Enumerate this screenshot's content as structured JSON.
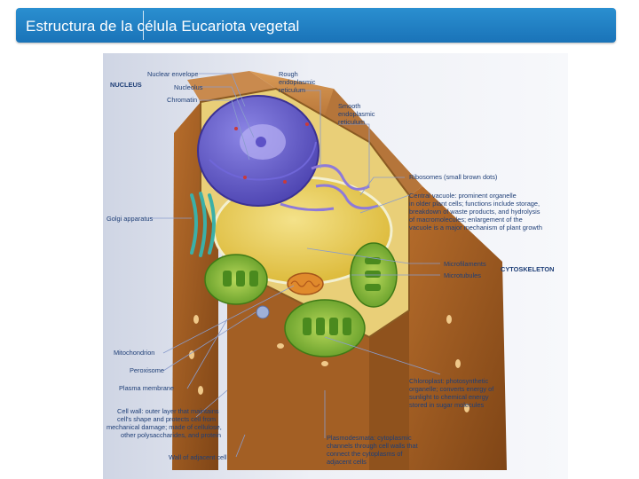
{
  "header": {
    "title": "Estructura de la célula Eucariota vegetal"
  },
  "diagram": {
    "labels": {
      "nucleus": "NUCLEUS",
      "nuclear_envelope": "Nuclear envelope",
      "nucleolus": "Nucleolus",
      "chromatin": "Chromatin",
      "rough_er_1": "Rough",
      "rough_er_2": "endoplasmic",
      "rough_er_3": "reticulum",
      "smooth_er_1": "Smooth",
      "smooth_er_2": "endoplasmic",
      "smooth_er_3": "reticulum",
      "ribosomes": "Ribosomes (small brown dots)",
      "golgi": "Golgi apparatus",
      "central_vacuole_1": "Central vacuole: prominent organelle",
      "central_vacuole_2": "in older plant cells; functions include storage,",
      "central_vacuole_3": "breakdown of waste products, and hydrolysis",
      "central_vacuole_4": "of macromolecules; enlargement of the",
      "central_vacuole_5": "vacuole is a major mechanism of plant growth",
      "microfilaments": "Microfilaments",
      "microtubules": "Microtubules",
      "cytoskeleton": "CYTOSKELETON",
      "mitochondrion": "Mitochondrion",
      "peroxisome": "Peroxisome",
      "plasma_membrane": "Plasma membrane",
      "chloroplast_1": "Chloroplast: photosynthetic",
      "chloroplast_2": "organelle; converts energy of",
      "chloroplast_3": "sunlight to chemical energy",
      "chloroplast_4": "stored in sugar molecules",
      "cell_wall_1": "Cell wall: outer layer that maintains",
      "cell_wall_2": "cell's shape and protects cell from",
      "cell_wall_3": "mechanical damage; made of cellulose,",
      "cell_wall_4": "other polysaccharides, and protein",
      "wall_adjacent": "Wall of adjacent cell",
      "plasmodesmata_1": "Plasmodesmata: cytoplasmic",
      "plasmodesmata_2": "channels through cell walls that",
      "plasmodesmata_3": "connect the cytoplasms of",
      "plasmodesmata_4": "adjacent cells"
    }
  }
}
